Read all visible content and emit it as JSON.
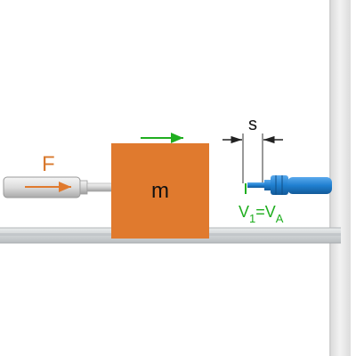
{
  "labels": {
    "force": "F",
    "mass": "m",
    "distance": "s",
    "speed_v": "V",
    "speed_sub1": "1",
    "speed_eq": "=",
    "speed_v2": "V",
    "speed_subA": "A"
  },
  "colors": {
    "block": "#e07a2e",
    "force_label": "#d8782c",
    "velocity": "#1fae1f",
    "sensor": "#1f7fd0",
    "rail": "#d6d9db",
    "wall": "#ececec"
  }
}
